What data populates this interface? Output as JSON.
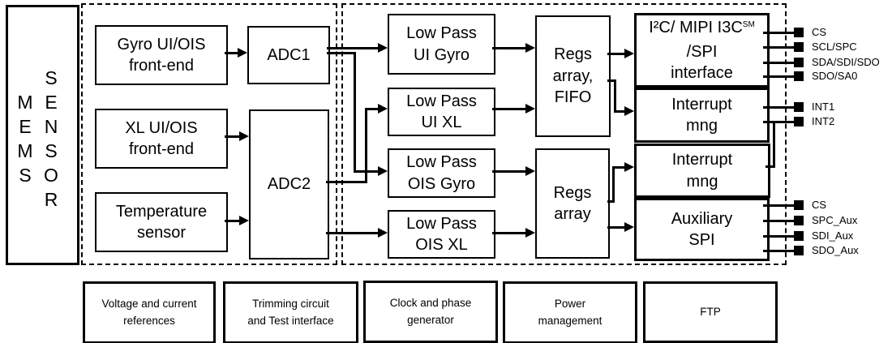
{
  "mems": {
    "col1": [
      "M",
      "E",
      "M",
      "S"
    ],
    "col2": [
      "S",
      "E",
      "N",
      "S",
      "O",
      "R"
    ]
  },
  "blocks": {
    "gyro_fe": {
      "label": "Gyro UI/OIS\nfront-end"
    },
    "xl_fe": {
      "label": "XL UI/OIS\nfront-end"
    },
    "temp": {
      "label": "Temperature\nsensor"
    },
    "adc1": {
      "label": "ADC1"
    },
    "adc2": {
      "label": "ADC2"
    },
    "lp_ui_gyro": {
      "label": "Low Pass\nUI Gyro"
    },
    "lp_ui_xl": {
      "label": "Low Pass\nUI XL"
    },
    "lp_ois_gyro": {
      "label": "Low Pass\nOIS Gyro"
    },
    "lp_ois_xl": {
      "label": "Low Pass\nOIS XL"
    },
    "regs_fifo": {
      "label": "Regs\narray,\nFIFO"
    },
    "regs_array": {
      "label": "Regs\narray"
    },
    "serial_if": {
      "line1": "I²C/ MIPI I3C",
      "sup": "SM",
      "line2": "/SPI",
      "line3": "interface"
    },
    "int_mng_1": {
      "label": "Interrupt\nmng"
    },
    "int_mng_2": {
      "label": "Interrupt\nmng"
    },
    "aux_spi": {
      "label": "Auxiliary\nSPI"
    },
    "voltage_ref": {
      "label": "Voltage and current\nreferences"
    },
    "trimming": {
      "label": "Trimming circuit\nand Test interface"
    },
    "clock": {
      "label": "Clock and phase\ngenerator"
    },
    "power": {
      "label": "Power\nmanagement"
    },
    "ftp": {
      "label": "FTP"
    }
  },
  "pins": {
    "serial": [
      "CS",
      "SCL/SPC",
      "SDA/SDI/SDO",
      "SDO/SA0"
    ],
    "interrupt": [
      "INT1",
      "INT2"
    ],
    "aux": [
      "CS",
      "SPC_Aux",
      "SDI_Aux",
      "SDO_Aux"
    ]
  },
  "colors": {
    "line": "#000000",
    "background": "#ffffff"
  }
}
